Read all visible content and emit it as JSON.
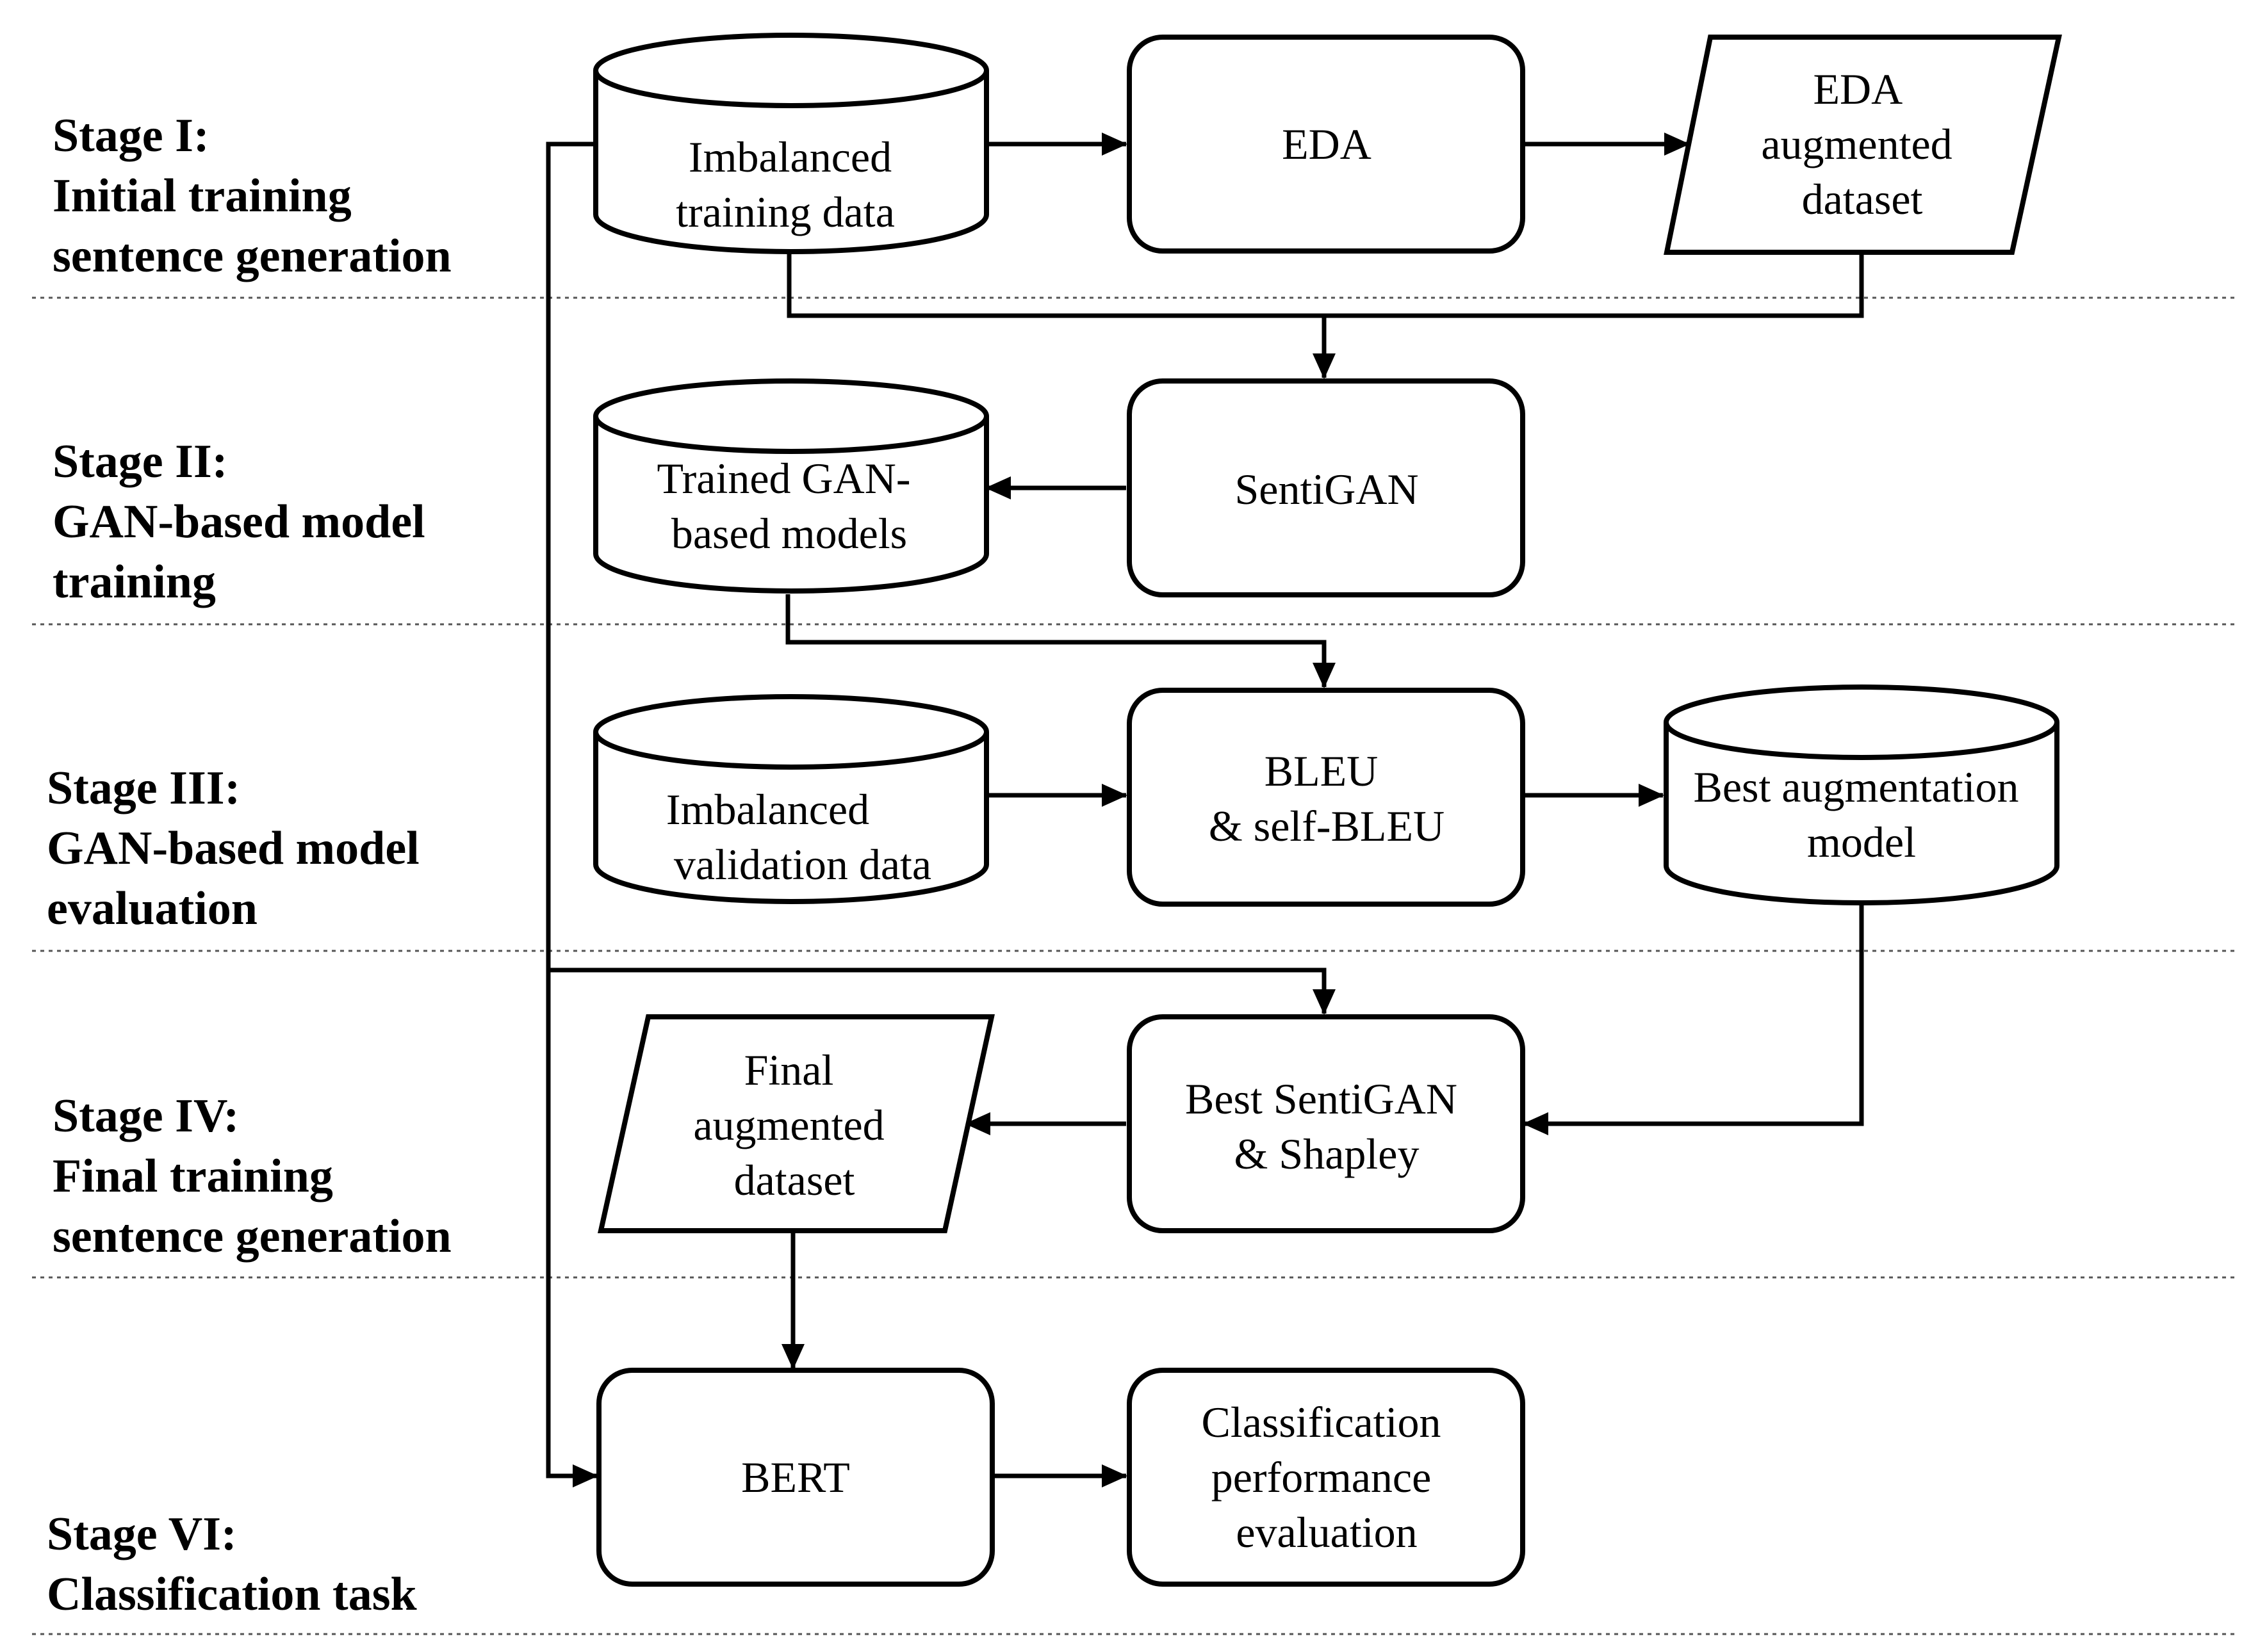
{
  "stages": [
    {
      "id": "stage-1",
      "lines": [
        "Stage I:",
        "Initial training",
        "sentence generation"
      ]
    },
    {
      "id": "stage-2",
      "lines": [
        "Stage II:",
        "GAN-based model",
        "training"
      ]
    },
    {
      "id": "stage-3",
      "lines": [
        "Stage III:",
        "GAN-based model",
        "evaluation"
      ]
    },
    {
      "id": "stage-4",
      "lines": [
        "Stage IV:",
        "Final training",
        "sentence generation"
      ]
    },
    {
      "id": "stage-6",
      "lines": [
        "Stage VI:",
        "Classification task"
      ]
    }
  ],
  "nodes": {
    "imbalanced_training_data": {
      "shape": "cylinder",
      "lines": [
        "Imbalanced",
        "training data"
      ]
    },
    "eda": {
      "shape": "process",
      "lines": [
        "EDA"
      ]
    },
    "eda_augmented_dataset": {
      "shape": "data",
      "lines": [
        "EDA",
        "augmented",
        "dataset"
      ]
    },
    "sentigan": {
      "shape": "process",
      "lines": [
        "SentiGAN"
      ]
    },
    "trained_gan_models": {
      "shape": "cylinder",
      "lines": [
        "Trained GAN-",
        "based models"
      ]
    },
    "imbalanced_validation_data": {
      "shape": "cylinder",
      "lines": [
        "Imbalanced",
        "validation data"
      ]
    },
    "bleu": {
      "shape": "process",
      "lines": [
        "BLEU",
        "& self-BLEU"
      ]
    },
    "best_augmentation_model": {
      "shape": "cylinder",
      "lines": [
        "Best augmentation",
        "model"
      ]
    },
    "best_sentigan_shapley": {
      "shape": "process",
      "lines": [
        "Best SentiGAN",
        "& Shapley"
      ]
    },
    "final_augmented_dataset": {
      "shape": "data",
      "lines": [
        "Final",
        "augmented",
        "dataset"
      ]
    },
    "bert": {
      "shape": "process",
      "lines": [
        "BERT"
      ]
    },
    "classification_evaluation": {
      "shape": "process",
      "lines": [
        "Classification",
        "performance",
        "evaluation"
      ]
    }
  },
  "edges": [
    {
      "from": "imbalanced_training_data",
      "to": "eda"
    },
    {
      "from": "eda",
      "to": "eda_augmented_dataset"
    },
    {
      "from": "imbalanced_training_data",
      "to": "sentigan"
    },
    {
      "from": "eda_augmented_dataset",
      "to": "sentigan"
    },
    {
      "from": "sentigan",
      "to": "trained_gan_models"
    },
    {
      "from": "trained_gan_models",
      "to": "bleu"
    },
    {
      "from": "imbalanced_validation_data",
      "to": "bleu"
    },
    {
      "from": "bleu",
      "to": "best_augmentation_model"
    },
    {
      "from": "best_augmentation_model",
      "to": "best_sentigan_shapley"
    },
    {
      "from": "imbalanced_training_data",
      "to": "best_sentigan_shapley"
    },
    {
      "from": "best_sentigan_shapley",
      "to": "final_augmented_dataset"
    },
    {
      "from": "final_augmented_dataset",
      "to": "bert"
    },
    {
      "from": "imbalanced_training_data",
      "to": "bert"
    },
    {
      "from": "bert",
      "to": "classification_evaluation"
    }
  ]
}
